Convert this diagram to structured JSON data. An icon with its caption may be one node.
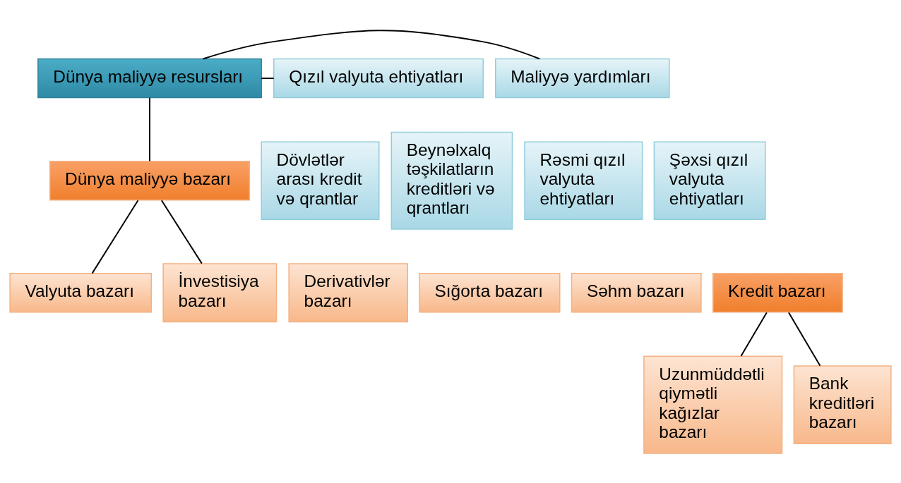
{
  "diagram": {
    "nodes": [
      {
        "text": [
          "Dünya maliyyə resursları"
        ]
      },
      {
        "text": [
          "Maliyyə yardımları"
        ]
      },
      {
        "text": [
          "Qızıl valyuta ehtiyatları"
        ]
      },
      {
        "text": [
          "Dövlətlər arası kredit və qrantlar"
        ]
      },
      {
        "text": [
          "Beynəlxalq təşkilatların kreditləri və qrantları"
        ]
      },
      {
        "text": [
          "Dünya maliyyə bazarı"
        ]
      },
      {
        "text": [
          "Rəsmi qızıl valyuta ehtiyatları"
        ]
      },
      {
        "text": [
          "Şəxsi qızıl valyuta ehtiyatları"
        ]
      },
      {
        "text": [
          "Valyuta bazarı"
        ]
      },
      {
        "text": [
          "Derivativlər bazarı"
        ]
      },
      {
        "text": [
          "Sığorta bazarı"
        ]
      },
      {
        "text": [
          "Səhm bazarı"
        ]
      },
      {
        "text": [
          "Kredit bazarı"
        ]
      },
      {
        "text": [
          "İnvestisiya bazarı"
        ]
      },
      {
        "text": [
          "Uzunmüddətli qiymətli kağızlar bazarı"
        ]
      },
      {
        "text": [
          "Bank kreditləri bazarı"
        ]
      }
    ],
    "edges": [
      {
        "from": 0,
        "to": 1,
        "arrow": "none"
      },
      {
        "from": 0,
        "to": 2,
        "arrow": "none"
      },
      {
        "from": 0,
        "to": 5,
        "arrow": "none"
      },
      {
        "from": 5,
        "to": 8,
        "arrow": "none"
      },
      {
        "from": 5,
        "to": 13,
        "arrow": "none"
      },
      {
        "from": 12,
        "to": 14,
        "arrow": "none"
      },
      {
        "from": 12,
        "to": 15,
        "arrow": "none"
      }
    ]
  }
}
